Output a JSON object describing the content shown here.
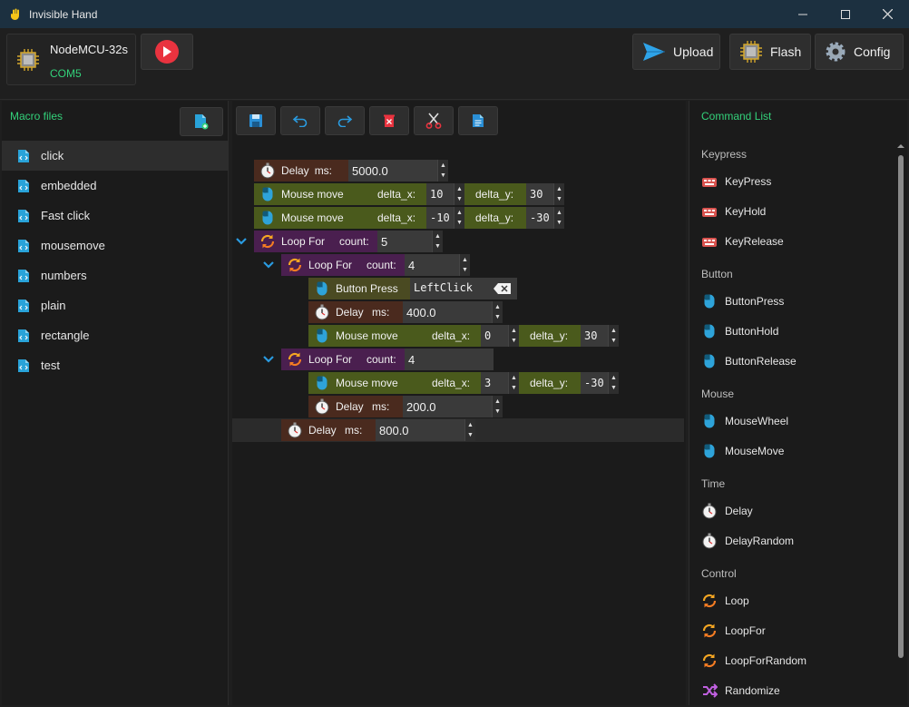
{
  "window": {
    "title": "Invisible Hand"
  },
  "device": {
    "name": "NodeMCU-32s",
    "port": "COM5"
  },
  "top_buttons": {
    "upload": "Upload",
    "flash": "Flash",
    "config": "Config"
  },
  "left": {
    "title": "Macro files",
    "files": [
      "click",
      "embedded",
      "Fast click",
      "mousemove",
      "numbers",
      "plain",
      "rectangle",
      "test"
    ],
    "selected": "click"
  },
  "editor": {
    "rows": [
      {
        "type": "delay",
        "label": "Delay",
        "f1": "ms:",
        "v1": "5000.0"
      },
      {
        "type": "mouse",
        "label": "Mouse move",
        "f1": "delta_x:",
        "v1": "10",
        "f2": "delta_y:",
        "v2": "30"
      },
      {
        "type": "mouse",
        "label": "Mouse move",
        "f1": "delta_x:",
        "v1": "-10",
        "f2": "delta_y:",
        "v2": "-30"
      },
      {
        "type": "loop",
        "label": "Loop For",
        "f1": "count:",
        "v1": "5"
      },
      {
        "type": "loop",
        "label": "Loop For",
        "f1": "count:",
        "v1": "4"
      },
      {
        "type": "button",
        "label": "Button Press",
        "v1": "LeftClick"
      },
      {
        "type": "delay",
        "label": "Delay",
        "f1": "ms:",
        "v1": "400.0"
      },
      {
        "type": "mouse",
        "label": "Mouse move",
        "f1": "delta_x:",
        "v1": "0",
        "f2": "delta_y:",
        "v2": "30"
      },
      {
        "type": "loop",
        "label": "Loop For",
        "f1": "count:",
        "v1": "4"
      },
      {
        "type": "mouse",
        "label": "Mouse move",
        "f1": "delta_x:",
        "v1": "3",
        "f2": "delta_y:",
        "v2": "-30"
      },
      {
        "type": "delay",
        "label": "Delay",
        "f1": "ms:",
        "v1": "200.0"
      },
      {
        "type": "delay",
        "label": "Delay",
        "f1": "ms:",
        "v1": "800.0"
      }
    ]
  },
  "commands": {
    "title": "Command List",
    "groups": [
      {
        "name": "Keypress",
        "items": [
          "KeyPress",
          "KeyHold",
          "KeyRelease"
        ]
      },
      {
        "name": "Button",
        "items": [
          "ButtonPress",
          "ButtonHold",
          "ButtonRelease"
        ]
      },
      {
        "name": "Mouse",
        "items": [
          "MouseWheel",
          "MouseMove"
        ]
      },
      {
        "name": "Time",
        "items": [
          "Delay",
          "DelayRandom"
        ]
      },
      {
        "name": "Control",
        "items": [
          "Loop",
          "LoopFor",
          "LoopForRandom",
          "Randomize"
        ]
      }
    ]
  },
  "colors": {
    "accent_green": "#33d17a",
    "title_bar": "#1c3040",
    "run_red": "#e9333f"
  }
}
